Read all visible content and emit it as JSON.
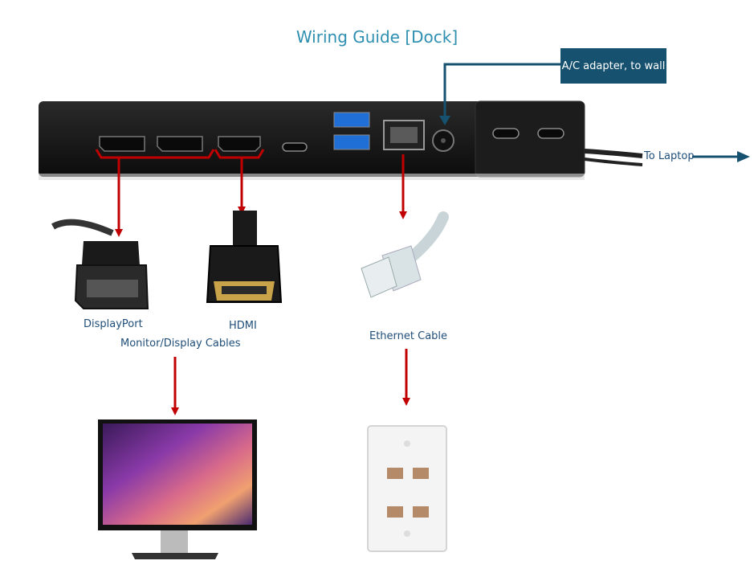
{
  "title": "Wiring Guide [Dock]",
  "callouts": {
    "ac_adapter": "A/C adapter, to wall",
    "to_laptop": "To Laptop"
  },
  "labels": {
    "displayport": "DisplayPort",
    "hdmi": "HDMI",
    "monitor_cables": "Monitor/Display Cables",
    "ethernet": "Ethernet Cable"
  },
  "colors": {
    "arrow_red": "#c00000",
    "callout_blue": "#16516f",
    "title_blue": "#2e8fb0",
    "label_blue": "#1f4e79"
  }
}
